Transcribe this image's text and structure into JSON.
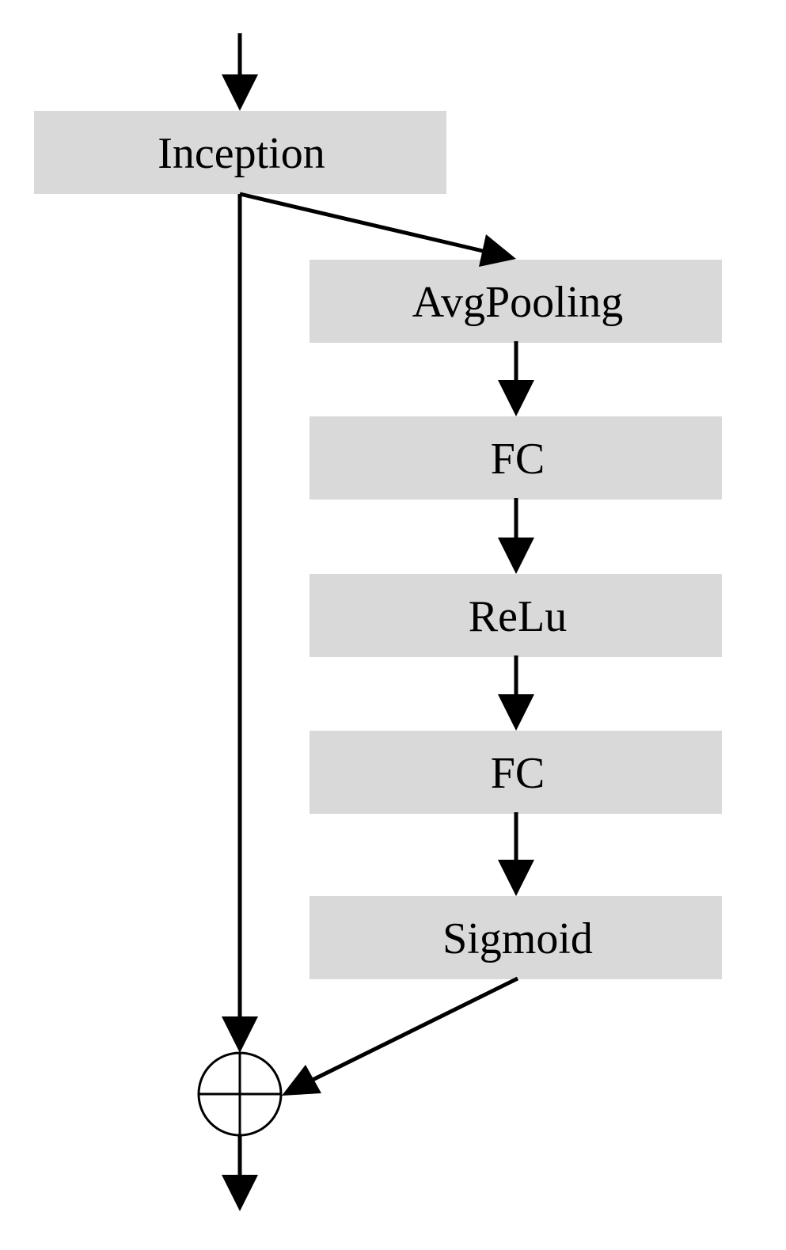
{
  "colors": {
    "block_fill": "#d9d9d9",
    "stroke": "#000000",
    "background": "#ffffff"
  },
  "blocks": [
    {
      "id": "inception",
      "label": "Inception"
    },
    {
      "id": "avgpooling",
      "label": "AvgPooling"
    },
    {
      "id": "fc1",
      "label": "FC"
    },
    {
      "id": "relu",
      "label": "ReLu"
    },
    {
      "id": "fc2",
      "label": "FC"
    },
    {
      "id": "sigmoid",
      "label": "Sigmoid"
    }
  ],
  "junction": {
    "symbol": "circle-plus-icon"
  }
}
